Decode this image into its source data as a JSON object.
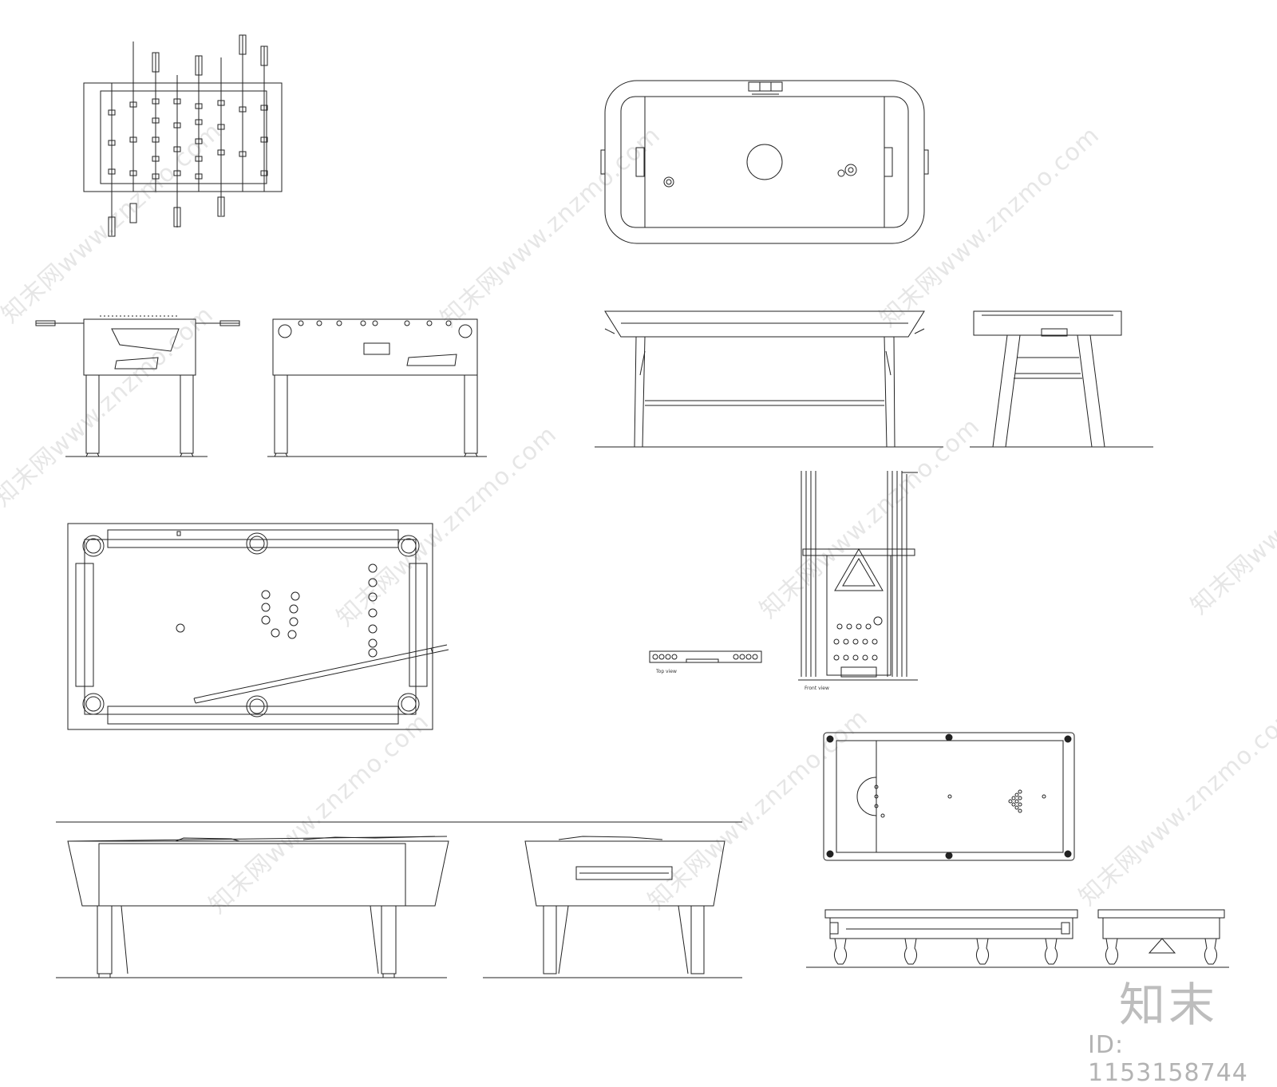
{
  "labels": {
    "top_view": "Top view",
    "front_view": "Front view"
  },
  "watermark": {
    "text": "知末网www.znzmo.com"
  },
  "logo": {
    "text": "知末",
    "id_label": "ID: 1153158744"
  }
}
